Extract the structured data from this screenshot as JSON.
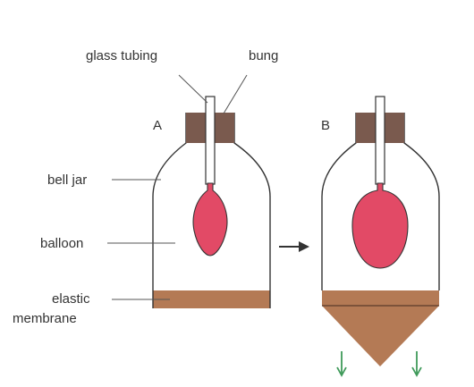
{
  "labels": {
    "glass_tubing": "glass tubing",
    "bung": "bung",
    "panel_a": "A",
    "panel_b": "B",
    "bell_jar": "bell jar",
    "balloon": "balloon",
    "elastic_membrane_line1": "elastic",
    "elastic_membrane_line2": "membrane"
  },
  "icons": {
    "transition_arrow": "right-arrow-icon",
    "pull_arrows": "down-arrow-icon"
  },
  "colors": {
    "outline": "#333333",
    "balloon_fill": "#e24a66",
    "membrane_fill": "#b47a55",
    "bung_fill": "#7a5a4e",
    "pull_arrow": "#3f9a5a",
    "tubing_fill": "#ffffff"
  }
}
